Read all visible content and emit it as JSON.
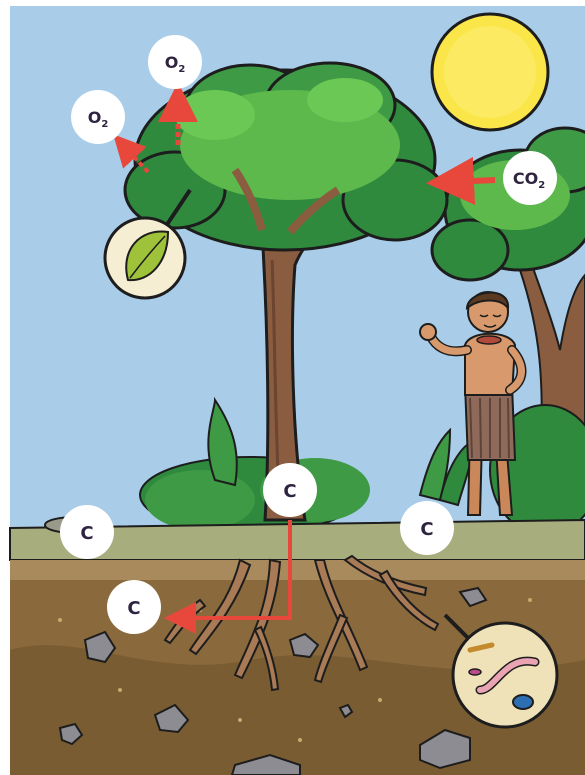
{
  "labels": {
    "oxygen": "O",
    "oxygen_sub": "2",
    "carbon_dioxide": "CO",
    "carbon_dioxide_sub": "2",
    "carbon": "C"
  },
  "colors": {
    "sky": "#a9cde9",
    "sun": "#fbe64a",
    "foliage_dark": "#2f8a3e",
    "foliage_light": "#5db94b",
    "trunk": "#8a5d40",
    "soil": "#8a6a3c",
    "grass_strip": "#a8ad7e",
    "arrow": "#e8473b",
    "badge": "#ffffff"
  },
  "icons": [
    "leaf-icon",
    "soil-organisms-icon",
    "sun-icon"
  ]
}
